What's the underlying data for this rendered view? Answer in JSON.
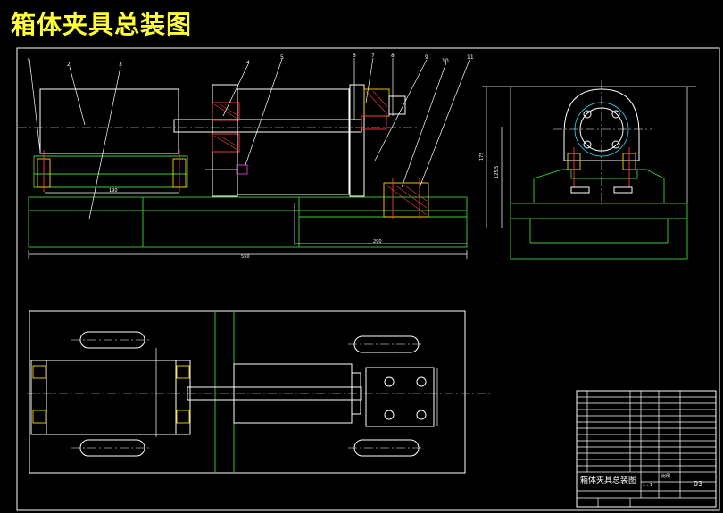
{
  "title": "箱体夹具总装图",
  "title_block": {
    "name": "箱体夹具总装图",
    "scale_label": "比例",
    "scale": "1 : 1",
    "sheet": "03"
  }
}
